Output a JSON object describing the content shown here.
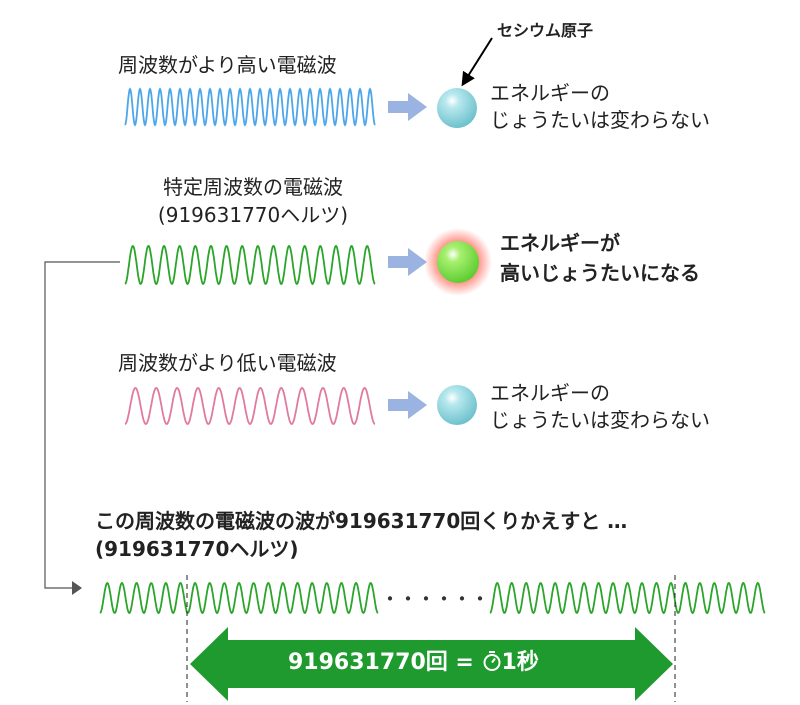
{
  "atom_label": "セシウム原子",
  "rows": [
    {
      "wave_label": "周波数がより高い電磁波",
      "result": [
        "エネルギーの",
        "じょうたいは変わらない"
      ],
      "wave_color": "#4da6e8",
      "atom_state": "unchanged"
    },
    {
      "wave_label": [
        "特定周波数の電磁波",
        "(919631770ヘルツ)"
      ],
      "result": [
        "エネルギーが",
        "高いじょうたいになる"
      ],
      "wave_color": "#2aa52a",
      "atom_state": "excited"
    },
    {
      "wave_label": "周波数がより低い電磁波",
      "result": [
        "エネルギーの",
        "じょうたいは変わらない"
      ],
      "wave_color": "#e07aa0",
      "atom_state": "unchanged"
    }
  ],
  "bottom": {
    "caption": [
      "この周波数の電磁波の波が919631770回くりかえすと …",
      "(919631770ヘルツ)"
    ],
    "dots": "・・・・・・",
    "arrow_text": "919631770回 = ",
    "arrow_text_end": "1秒",
    "stopwatch_icon": "stopwatch-icon",
    "arrow_color": "#1e9a2e"
  },
  "colors": {
    "arrow": "#9ab3e0",
    "atom": "#8ed4dc",
    "excited_atom": "#7ee04a",
    "glow": "#ff6a5a"
  }
}
